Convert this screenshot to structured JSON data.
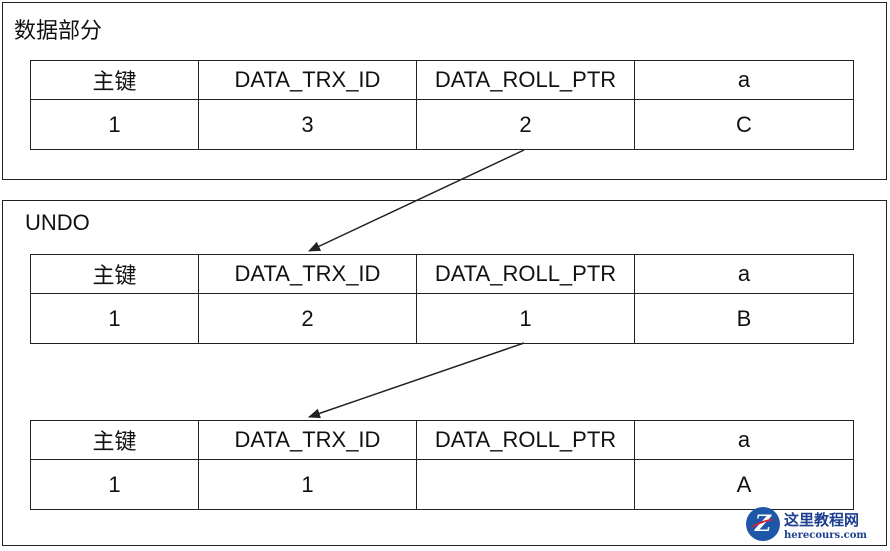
{
  "data_section": {
    "title": "数据部分",
    "headers": [
      "主键",
      "DATA_TRX_ID",
      "DATA_ROLL_PTR",
      "a"
    ],
    "row": [
      "1",
      "3",
      "2",
      "C"
    ]
  },
  "undo_section": {
    "title": "UNDO",
    "records": [
      {
        "headers": [
          "主键",
          "DATA_TRX_ID",
          "DATA_ROLL_PTR",
          "a"
        ],
        "row": [
          "1",
          "2",
          "1",
          "B"
        ]
      },
      {
        "headers": [
          "主键",
          "DATA_TRX_ID",
          "DATA_ROLL_PTR",
          "a"
        ],
        "row": [
          "1",
          "1",
          "",
          "A"
        ]
      }
    ]
  },
  "watermark": {
    "site_name": "这里教程网",
    "site_url": "herecours.com"
  },
  "colors": {
    "line": "#222222",
    "watermark_blue": "#1e56a8"
  }
}
